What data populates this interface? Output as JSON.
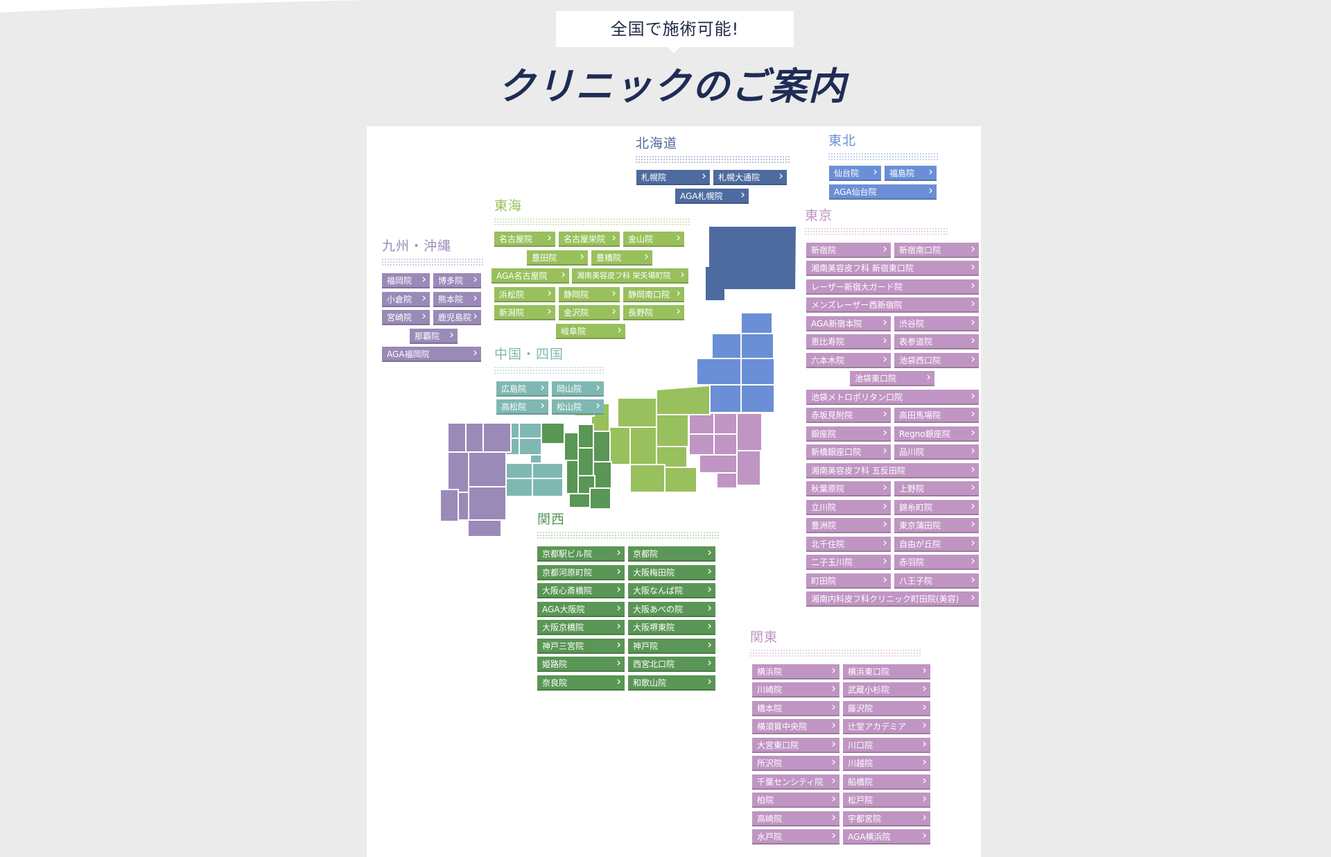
{
  "header": {
    "badge": "全国で施術可能!",
    "title": "クリニックのご案内"
  },
  "colors": {
    "hokkaido": "#4e6b9f",
    "tohoku": "#6b8fd6",
    "kanto": "#c095c3",
    "tokyo": "#c095c3",
    "tokai": "#98c05c",
    "kansai": "#5a9655",
    "chugoku": "#7fb8b2",
    "kyushu": "#9a8ab8"
  },
  "regions": {
    "hokkaido": {
      "title": "北海道",
      "clinics": [
        "札幌院",
        "札幌大通院",
        "AGA札幌院"
      ]
    },
    "tohoku": {
      "title": "東北",
      "clinics": [
        "仙台院",
        "福島院",
        "AGA仙台院"
      ]
    },
    "tokai": {
      "title": "東海",
      "clinics": [
        "名古屋院",
        "名古屋栄院",
        "金山院",
        "豊田院",
        "豊橋院",
        "AGA名古屋院",
        "湘南美容皮フ科 栄矢場町院",
        "浜松院",
        "静岡院",
        "静岡南口院",
        "新潟院",
        "金沢院",
        "長野院",
        "岐阜院"
      ]
    },
    "kyushu": {
      "title": "九州・沖縄",
      "clinics": [
        "福岡院",
        "博多院",
        "小倉院",
        "熊本院",
        "宮崎院",
        "鹿児島院",
        "那覇院",
        "AGA福岡院"
      ]
    },
    "chugoku": {
      "title": "中国・四国",
      "clinics": [
        "広島院",
        "岡山院",
        "高松院",
        "松山院"
      ]
    },
    "kansai": {
      "title": "関西",
      "clinics": [
        "京都駅ビル院",
        "京都院",
        "京都河原町院",
        "大阪梅田院",
        "大阪心斎橋院",
        "大阪なんば院",
        "AGA大阪院",
        "大阪あべの院",
        "大阪京橋院",
        "大阪堺東院",
        "神戸三宮院",
        "神戸院",
        "姫路院",
        "西宮北口院",
        "奈良院",
        "和歌山院"
      ]
    },
    "tokyo": {
      "title": "東京",
      "clinics": [
        "新宿院",
        "新宿南口院",
        "湘南美容皮フ科 新宿東口院",
        "レーザー新宿大ガード院",
        "メンズレーザー西新宿院",
        "AGA新宿本院",
        "渋谷院",
        "恵比寿院",
        "表参道院",
        "六本木院",
        "池袋西口院",
        "池袋東口院",
        "池袋メトロポリタン口院",
        "赤坂見附院",
        "高田馬場院",
        "銀座院",
        "Regno銀座院",
        "新橋銀座口院",
        "品川院",
        "湘南美容皮フ科 五反田院",
        "秋葉原院",
        "上野院",
        "立川院",
        "錦糸町院",
        "豊洲院",
        "東京蒲田院",
        "北千住院",
        "自由が丘院",
        "二子玉川院",
        "赤羽院",
        "町田院",
        "八王子院",
        "湘南内科皮フ科クリニック町田院(美容)"
      ]
    },
    "kanto": {
      "title": "関東",
      "clinics": [
        "横浜院",
        "横浜東口院",
        "川崎院",
        "武蔵小杉院",
        "橋本院",
        "藤沢院",
        "横須賀中央院",
        "辻堂アカデミア",
        "大宮東口院",
        "川口院",
        "所沢院",
        "川越院",
        "千葉センシティ院",
        "船橋院",
        "柏院",
        "松戸院",
        "高崎院",
        "宇都宮院",
        "水戸院",
        "AGA横浜院"
      ]
    }
  }
}
